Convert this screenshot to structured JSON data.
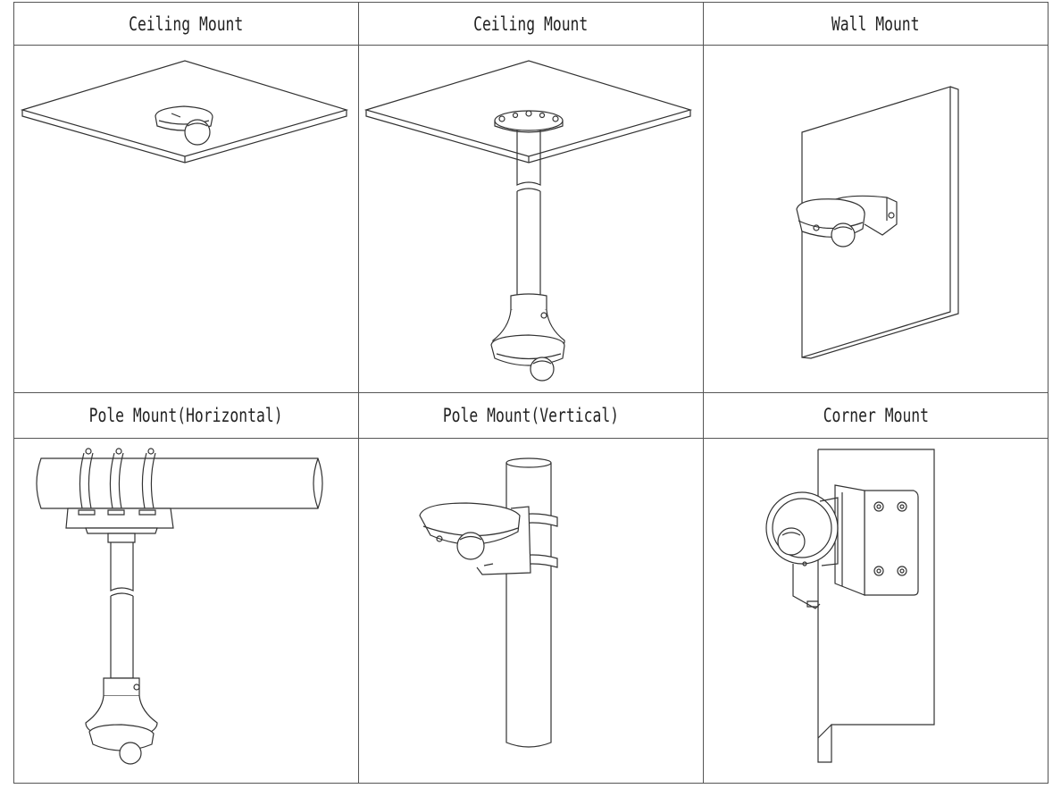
{
  "labels": {
    "ceiling_mount_1": "Ceiling Mount",
    "ceiling_mount_2": "Ceiling Mount",
    "wall_mount": "Wall Mount",
    "pole_mount_horizontal": "Pole Mount(Horizontal)",
    "pole_mount_vertical": "Pole Mount(Vertical)",
    "corner_mount": "Corner Mount"
  },
  "colors": {
    "line": "#333333",
    "border": "#555555",
    "background": "#ffffff"
  }
}
